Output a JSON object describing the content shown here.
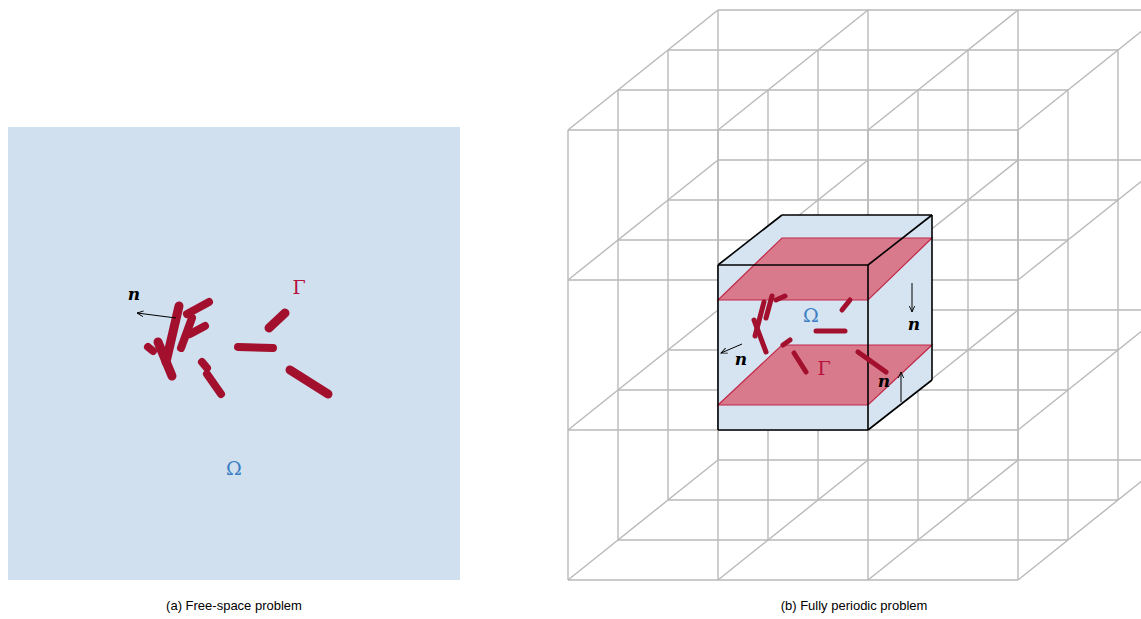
{
  "diagram": {
    "labels": [
      "n",
      "Γ",
      "Ω",
      "(a) Free-space problem",
      "n",
      "Ω",
      "n",
      "Γ",
      "n",
      "(b) Fully periodic problem"
    ]
  }
}
